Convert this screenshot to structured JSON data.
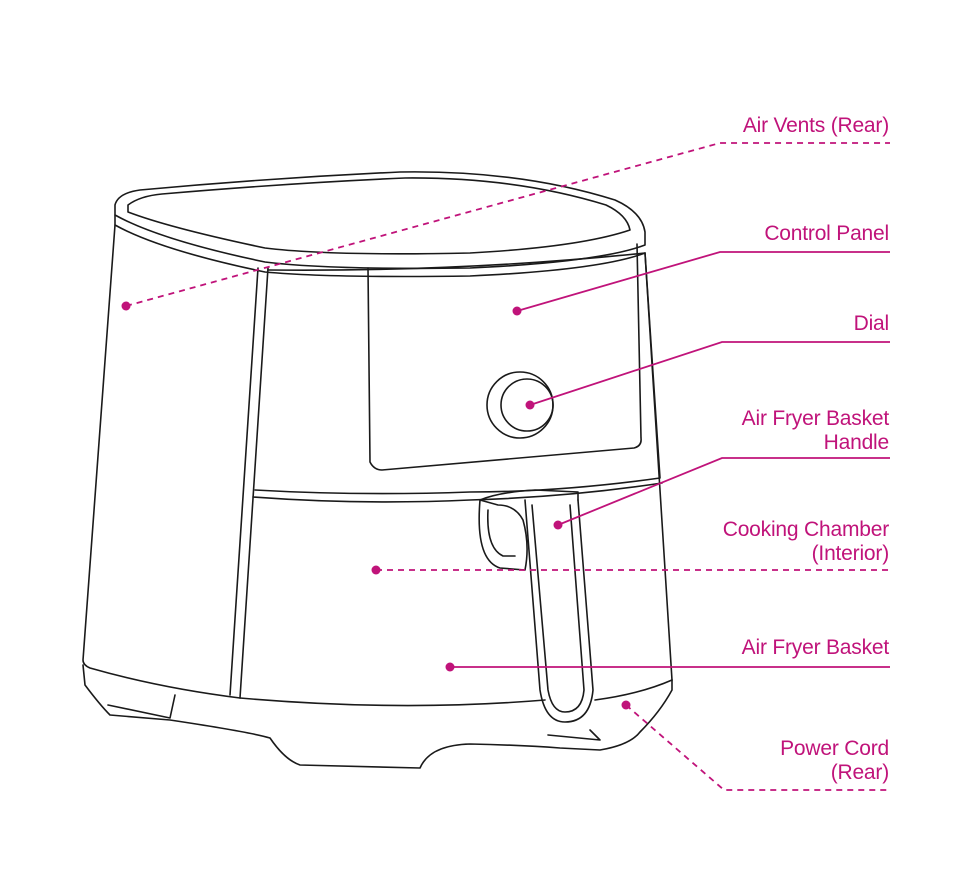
{
  "colors": {
    "accent": "#c0137a",
    "outline": "#1a1a1a",
    "background": "#ffffff"
  },
  "callouts": [
    {
      "id": "air-vents",
      "line1": "Air Vents (Rear)",
      "line2": "",
      "leader": "dashed"
    },
    {
      "id": "control-panel",
      "line1": "Control Panel",
      "line2": "",
      "leader": "solid"
    },
    {
      "id": "dial",
      "line1": "Dial",
      "line2": "",
      "leader": "solid"
    },
    {
      "id": "basket-handle",
      "line1": "Air Fryer Basket",
      "line2": "Handle",
      "leader": "solid"
    },
    {
      "id": "cooking-chamber",
      "line1": "Cooking Chamber",
      "line2": "(Interior)",
      "leader": "dashed"
    },
    {
      "id": "basket",
      "line1": "Air Fryer Basket",
      "line2": "",
      "leader": "solid"
    },
    {
      "id": "power-cord",
      "line1": "Power Cord",
      "line2": "(Rear)",
      "leader": "dashed"
    }
  ]
}
